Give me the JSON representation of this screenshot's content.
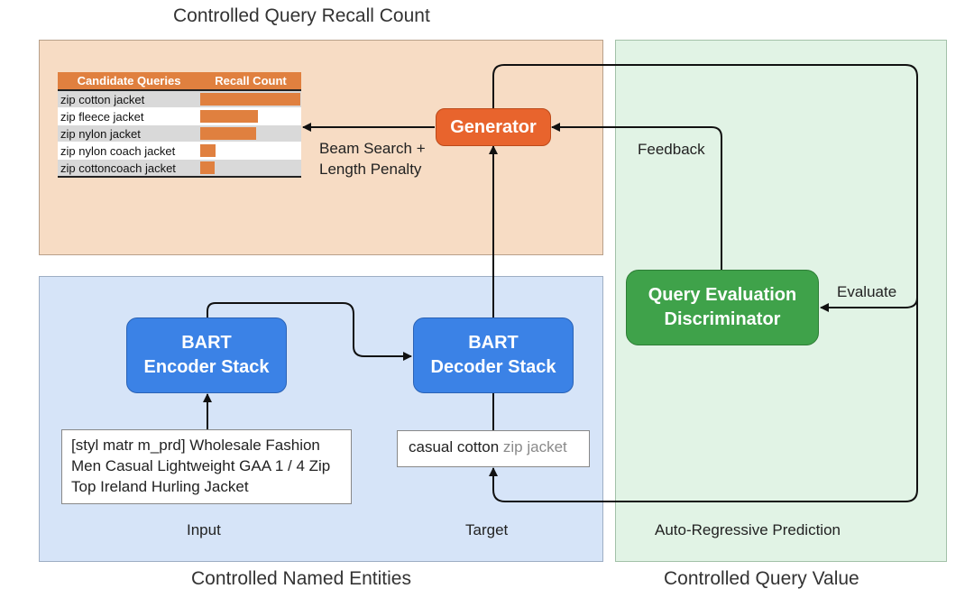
{
  "titles": {
    "recall": "Controlled Query Recall Count",
    "entities": "Controlled Named Entities",
    "value": "Controlled Query Value"
  },
  "table": {
    "header": [
      "Candidate Queries",
      "Recall Count"
    ],
    "rows": [
      {
        "query": "zip cotton jacket",
        "recall": 1.0
      },
      {
        "query": "zip fleece jacket",
        "recall": 0.58
      },
      {
        "query": "zip nylon jacket",
        "recall": 0.56
      },
      {
        "query": "zip nylon coach jacket",
        "recall": 0.15
      },
      {
        "query": "zip cottoncoach jacket",
        "recall": 0.14
      }
    ]
  },
  "nodes": {
    "generator": "Generator",
    "encoder": [
      "BART",
      "Encoder Stack"
    ],
    "decoder": [
      "BART",
      "Decoder Stack"
    ],
    "discriminator": [
      "Query Evaluation",
      "Discriminator"
    ]
  },
  "input_box": {
    "lines": [
      "[styl matr m_prd] Wholesale Fashion",
      "Men Casual Lightweight GAA 1 / 4 Zip",
      "Top Ireland Hurling Jacket"
    ]
  },
  "target_box": {
    "black": "casual cotton ",
    "grey": "zip jacket"
  },
  "labels": {
    "beam": [
      "Beam Search +",
      "Length Penalty"
    ],
    "feedback": "Feedback",
    "evaluate": "Evaluate",
    "input": "Input",
    "target": "Target",
    "autoregressive": "Auto-Regressive Prediction"
  },
  "colors": {
    "orange_panel": "#f7dcc4",
    "blue_panel": "#d6e4f8",
    "green_panel": "#e1f3e5",
    "node_blue": "#3b82e6",
    "node_green": "#3fa24a",
    "node_orange": "#e8642d",
    "bar": "#e0803f"
  }
}
